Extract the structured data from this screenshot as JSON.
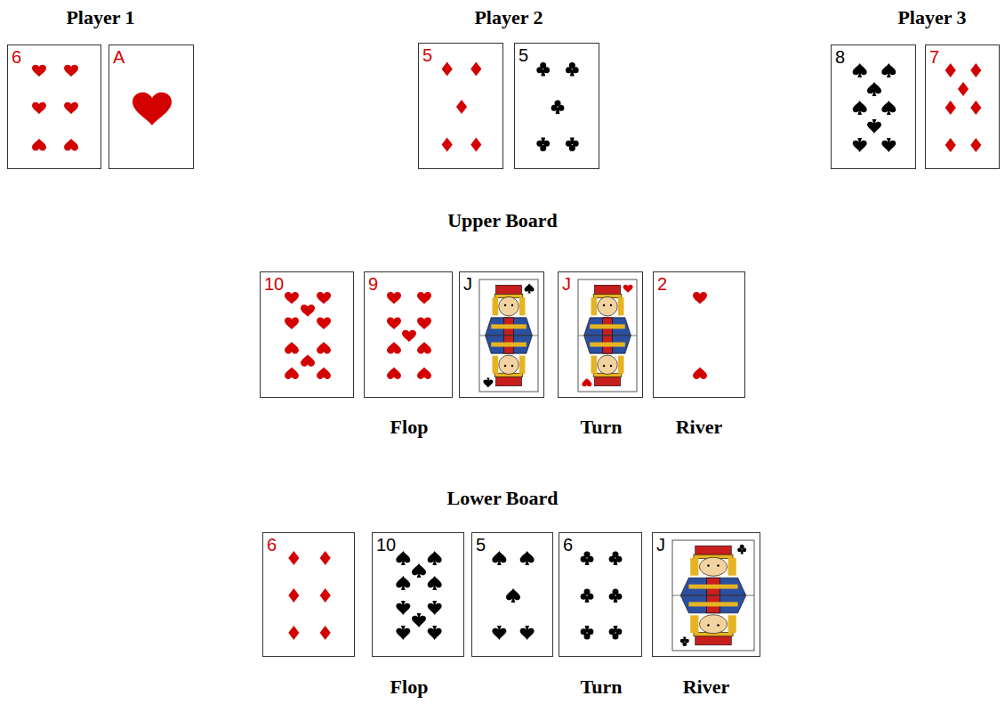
{
  "diagram": {
    "nodes": [
      {
        "text": [
          "6"
        ]
      },
      {
        "text": [
          "A"
        ]
      },
      {
        "text": [
          "5"
        ]
      },
      {
        "text": [
          "5"
        ]
      },
      {
        "text": [
          "8"
        ]
      },
      {
        "text": [
          "7"
        ]
      },
      {
        "text": [
          "10"
        ]
      },
      {
        "text": [
          "9"
        ]
      },
      {
        "text": [
          "J"
        ]
      },
      {
        "text": [
          "J"
        ]
      },
      {
        "text": [
          "2"
        ]
      },
      {
        "text": [
          "6"
        ]
      },
      {
        "text": [
          "10"
        ]
      },
      {
        "text": [
          "5"
        ]
      },
      {
        "text": [
          "6"
        ]
      },
      {
        "text": [
          "J"
        ]
      }
    ],
    "labels": [
      "Player 1",
      "Player 2",
      "Player 3",
      "Upper Board",
      "Flop",
      "Turn",
      "River",
      "Lower Board",
      "Flop",
      "Turn",
      "River"
    ]
  }
}
